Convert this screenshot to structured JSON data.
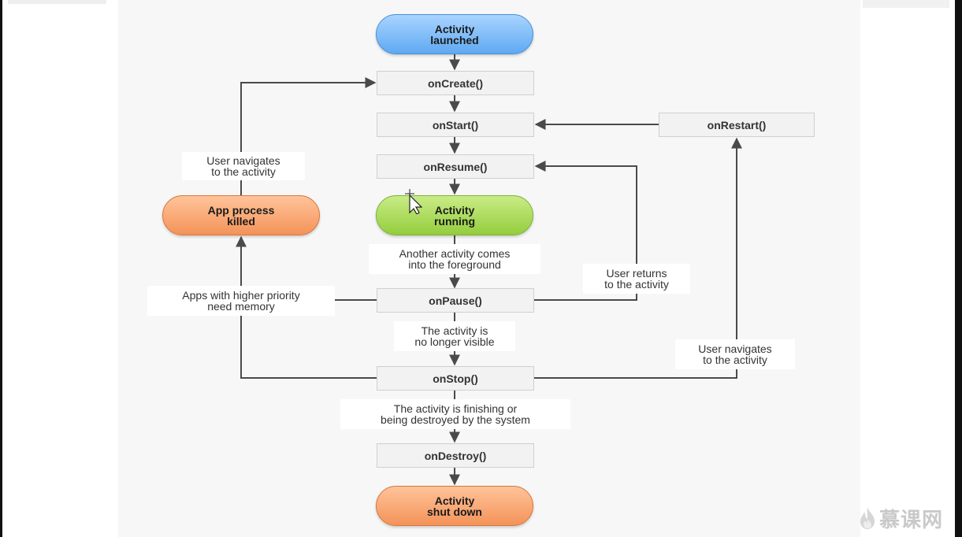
{
  "diagram": {
    "terminals": {
      "launched": "Activity\nlaunched",
      "running": "Activity\nrunning",
      "killed": "App process\nkilled",
      "shutdown": "Activity\nshut down"
    },
    "methods": {
      "oncreate": "onCreate()",
      "onstart": "onStart()",
      "onresume": "onResume()",
      "onpause": "onPause()",
      "onstop": "onStop()",
      "ondestroy": "onDestroy()",
      "onrestart": "onRestart()"
    },
    "edge_labels": {
      "navigates_top": "User navigates\nto the activity",
      "another_activity": "Another activity comes\ninto the foreground",
      "user_returns": "User returns\nto the activity",
      "higher_priority": "Apps with higher priority\nneed memory",
      "no_longer_visible": "The activity is\nno longer visible",
      "navigates_right": "User navigates\nto the activity",
      "finishing": "The activity is finishing or\nbeing destroyed by the system"
    },
    "colors": {
      "launched": "#6fb5f7",
      "running": "#a6d853",
      "terminal_orange": "#f7a26b",
      "method_box": "#f2f2f2",
      "edge": "#4a4a4a"
    }
  },
  "watermark": {
    "text": "慕课网",
    "icon": "flame-logo-icon"
  }
}
